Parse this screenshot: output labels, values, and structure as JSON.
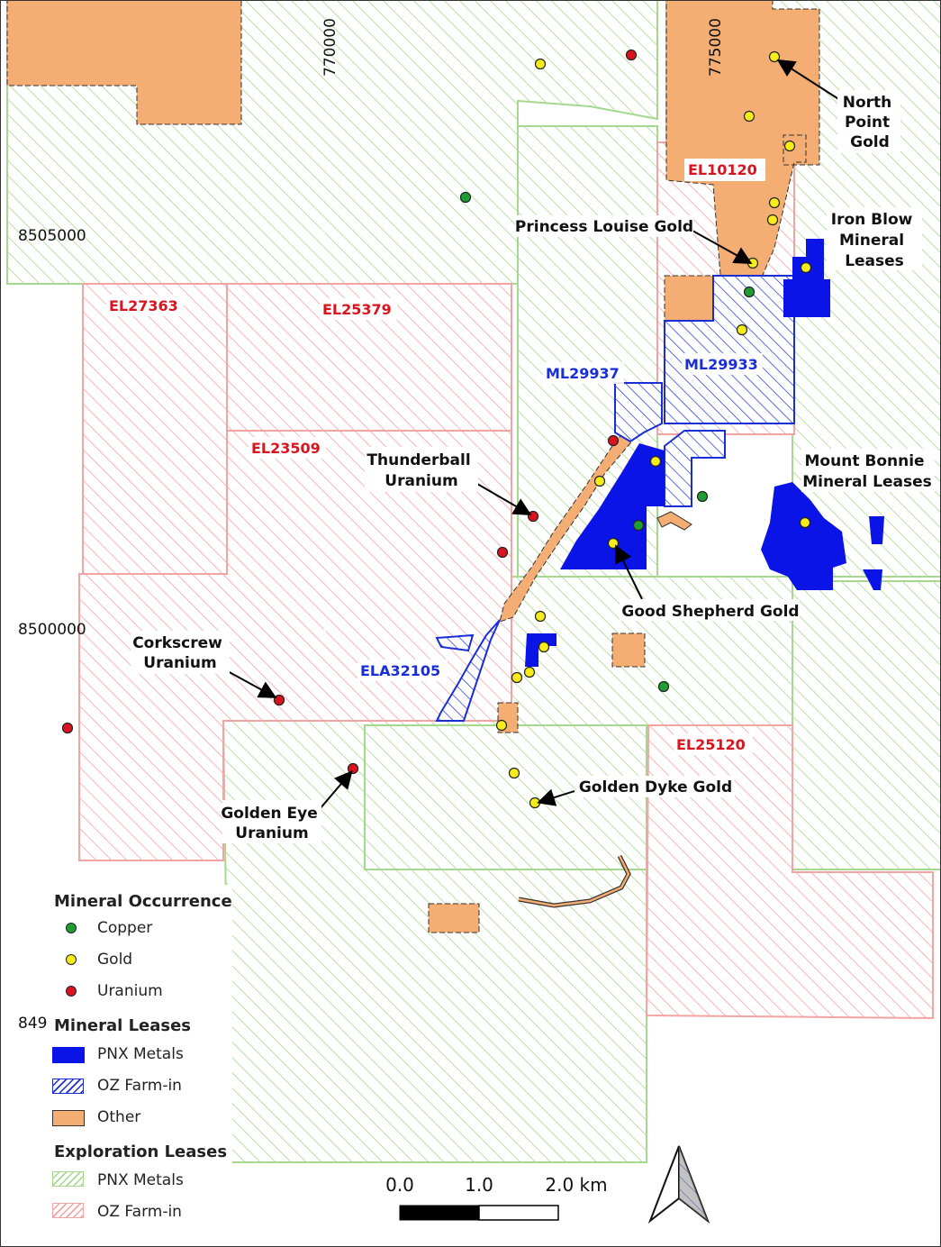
{
  "colors": {
    "pnx_exploration": "#a6d88f",
    "oz_exploration": "#f4a3a3",
    "pnx_mineral": "#0a14e6",
    "oz_mineral": "#1a2ed8",
    "other": "#f4ad72",
    "copper": "#1e9e32",
    "gold": "#f5ec1a",
    "uranium": "#d9141e",
    "oz_label": "#d9141e",
    "ml_label": "#1a2ed8"
  },
  "grid_labels": {
    "e770000": "770000",
    "e775000": "775000",
    "n8505000": "8505000",
    "n8500000": "8500000",
    "n849_truncated": "849"
  },
  "lease_labels": {
    "el27363": "EL27363",
    "el25379": "EL25379",
    "el23509": "EL23509",
    "el10120": "EL10120",
    "el25120": "EL25120",
    "ml29937": "ML29937",
    "ml29933": "ML29933",
    "ela32105": "ELA32105"
  },
  "callouts": {
    "north_point": [
      "North",
      "Point",
      "Gold"
    ],
    "princess_louise": "Princess Louise Gold",
    "iron_blow": [
      "Iron Blow",
      "Mineral",
      "Leases"
    ],
    "thunderball": [
      "Thunderball",
      "Uranium"
    ],
    "mount_bonnie": [
      "Mount Bonnie",
      "Mineral Leases"
    ],
    "good_shepherd": "Good Shepherd Gold",
    "corkscrew": [
      "Corkscrew",
      "Uranium"
    ],
    "golden_eye": [
      "Golden Eye",
      "Uranium"
    ],
    "golden_dyke": "Golden Dyke Gold"
  },
  "legend": {
    "occurrence_title": "Mineral Occurrence",
    "copper": "Copper",
    "gold": "Gold",
    "uranium": "Uranium",
    "mineral_title": "Mineral Leases",
    "pnx_metals": "PNX Metals",
    "oz_farmin": "OZ Farm-in",
    "other": "Other",
    "exploration_title": "Exploration Leases",
    "pnx_metals_2": "PNX Metals",
    "oz_farmin_2": "OZ Farm-in"
  },
  "scale_bar": {
    "label_0": "0.0",
    "label_1": "1.0",
    "label_2": "2.0 km"
  }
}
